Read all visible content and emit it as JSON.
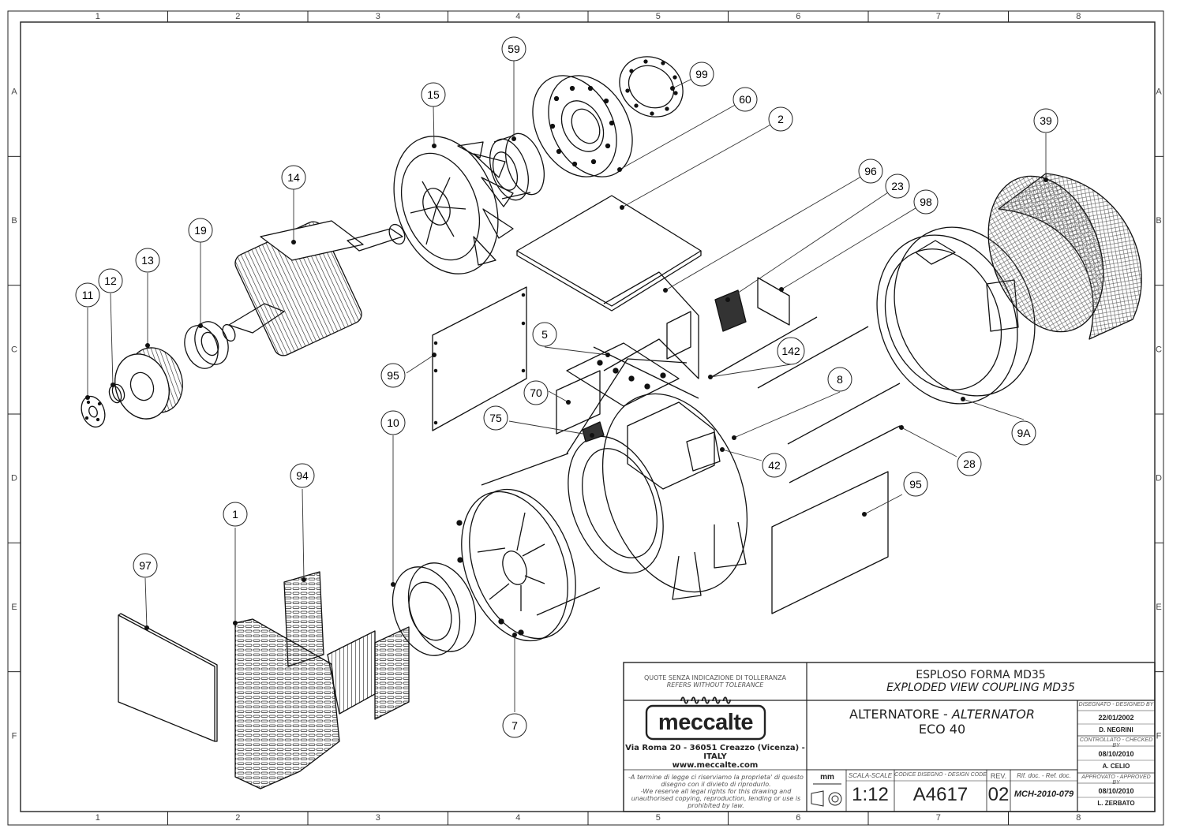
{
  "border": {
    "col_labels": [
      "1",
      "2",
      "3",
      "4",
      "5",
      "6",
      "7",
      "8"
    ],
    "row_labels": [
      "A",
      "B",
      "C",
      "D",
      "E",
      "F"
    ]
  },
  "parts": [
    {
      "id": "p59",
      "label": "59"
    },
    {
      "id": "p99",
      "label": "99"
    },
    {
      "id": "p15",
      "label": "15"
    },
    {
      "id": "p60",
      "label": "60"
    },
    {
      "id": "p2",
      "label": "2"
    },
    {
      "id": "p39",
      "label": "39"
    },
    {
      "id": "p14",
      "label": "14"
    },
    {
      "id": "p96",
      "label": "96"
    },
    {
      "id": "p23",
      "label": "23"
    },
    {
      "id": "p98",
      "label": "98"
    },
    {
      "id": "p19",
      "label": "19"
    },
    {
      "id": "p13",
      "label": "13"
    },
    {
      "id": "p12",
      "label": "12"
    },
    {
      "id": "p11",
      "label": "11"
    },
    {
      "id": "p95a",
      "label": "95"
    },
    {
      "id": "p5",
      "label": "5"
    },
    {
      "id": "p142",
      "label": "142"
    },
    {
      "id": "p8",
      "label": "8"
    },
    {
      "id": "p70",
      "label": "70"
    },
    {
      "id": "p9A",
      "label": "9A"
    },
    {
      "id": "p75",
      "label": "75"
    },
    {
      "id": "p10",
      "label": "10"
    },
    {
      "id": "p28",
      "label": "28"
    },
    {
      "id": "p42",
      "label": "42"
    },
    {
      "id": "p94",
      "label": "94"
    },
    {
      "id": "p95b",
      "label": "95"
    },
    {
      "id": "p1",
      "label": "1"
    },
    {
      "id": "p97",
      "label": "97"
    },
    {
      "id": "p7",
      "label": "7"
    }
  ],
  "title_block": {
    "tolerance_it": "QUOTE SENZA INDICAZIONE DI TOLLERANZA",
    "tolerance_en": "REFERS WITHOUT TOLERANCE",
    "title_it": "ESPLOSO FORMA MD35",
    "title_en": "EXPLODED VIEW COUPLING MD35",
    "logo": "meccalte",
    "logo_wave": "∿∿∿∿∿",
    "address": "Via Roma 20 - 36051 Creazzo (Vicenza) - ITALY",
    "website": "www.meccalte.com",
    "legal_it": "-A termine di legge ci riserviamo la proprieta' di questo disegno con il divieto di riprodurlo.",
    "legal_en": "-We reserve all legal rights for this drawing and unauthorised copying, reproduction, lending or use is prohibited by law.",
    "product_it": "ALTERNATORE -",
    "product_en": "ALTERNATOR",
    "model": "ECO 40",
    "mm_label": "mm",
    "scale_label": "SCALA-SCALE",
    "scale": "1:12",
    "code_label": "CODICE DISEGNO - DESIGN CODE",
    "code": "A4617",
    "rev_label": "REV.",
    "rev": "02",
    "ref_label": "Rif. doc. - Ref. doc.",
    "ref": "MCH-2010-079",
    "designed_label": "DISEGNATO - DESIGNED BY",
    "designed_date": "22/01/2002",
    "designed_name": "D. NEGRINI",
    "checked_label": "CONTROLLATO - CHECKED BY",
    "checked_date": "08/10/2010",
    "checked_name": "A. CELIO",
    "approved_label": "APPROVATO - APPROVED BY",
    "approved_date": "08/10/2010",
    "approved_name": "L. ZERBATO"
  }
}
